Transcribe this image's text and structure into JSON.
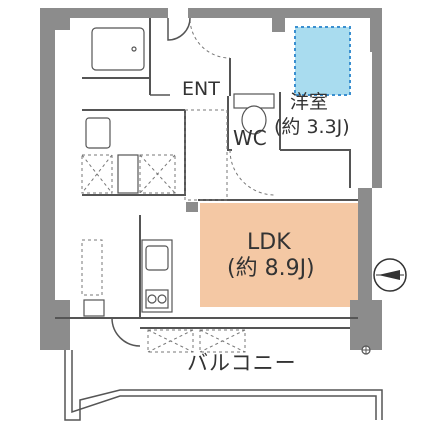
{
  "rooms": {
    "entrance": {
      "label": "ENT"
    },
    "western_room": {
      "label": "洋室",
      "size": "(約 3.3J)"
    },
    "toilet": {
      "label": "WC"
    },
    "ldk": {
      "label": "LDK",
      "size": "(約 8.9J)"
    },
    "balcony": {
      "label": "バルコニー"
    }
  },
  "compass": {
    "icon": "north-arrow-icon",
    "direction": "N"
  },
  "colors": {
    "wall": "#8c8c8c",
    "ldk_fill": "#f4c8a4",
    "closet_fill": "#a9dcef",
    "closet_outline": "#3a8fd0",
    "line": "#555555"
  }
}
